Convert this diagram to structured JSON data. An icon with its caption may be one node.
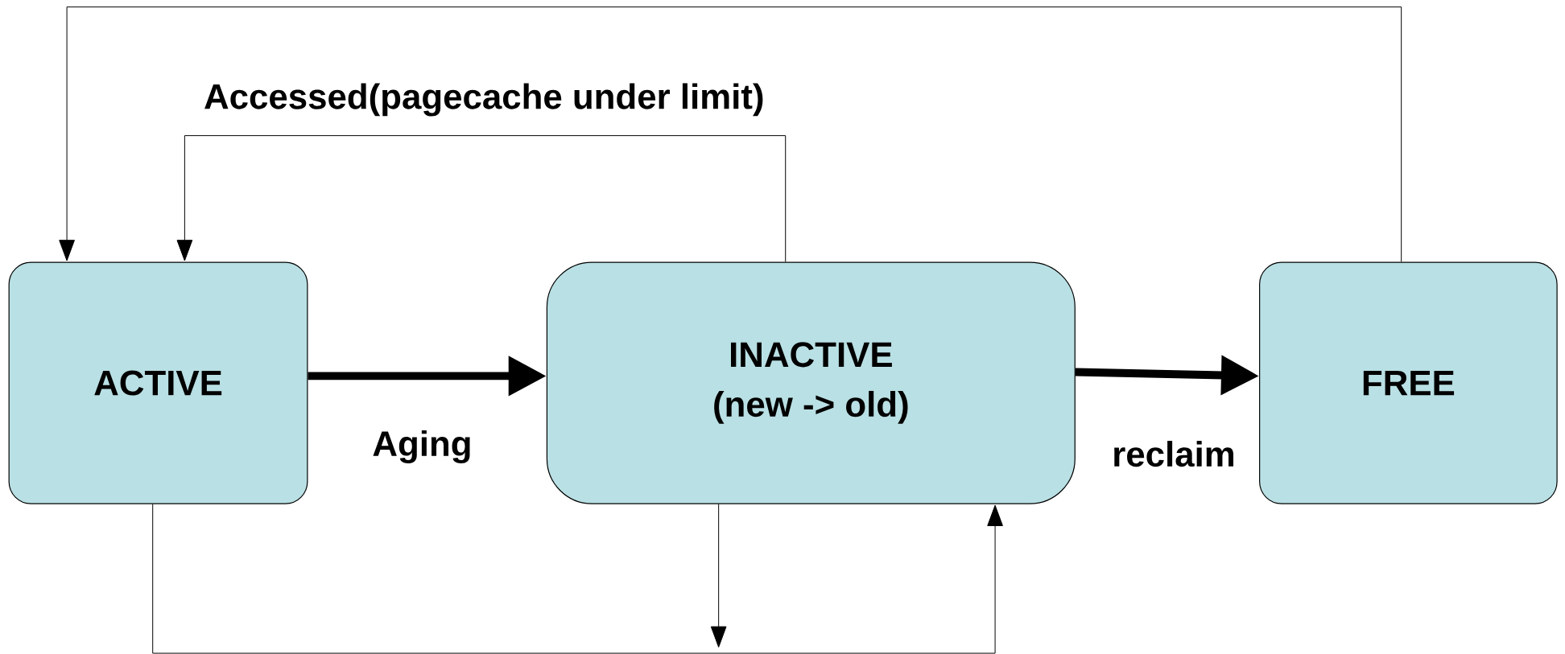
{
  "diagram": {
    "nodes": [
      {
        "text": [
          "ACTIVE"
        ]
      },
      {
        "text": [
          "INACTIVE",
          "(new -> old)"
        ]
      },
      {
        "text": [
          "FREE"
        ]
      }
    ],
    "edges": [
      {
        "from": 0,
        "to": 1,
        "arrow": "to",
        "style": "thick",
        "label": "Aging"
      },
      {
        "from": 1,
        "to": 2,
        "arrow": "to",
        "style": "thick",
        "label": "reclaim"
      },
      {
        "from": 1,
        "to": 0,
        "arrow": "to",
        "label": "Accessed(pagecache under limit)"
      },
      {
        "from": 2,
        "to": 0,
        "arrow": "to"
      },
      {
        "from": 0,
        "to": 1,
        "arrow": "to"
      },
      {
        "from": 1,
        "to": null,
        "arrow": "to"
      }
    ]
  }
}
